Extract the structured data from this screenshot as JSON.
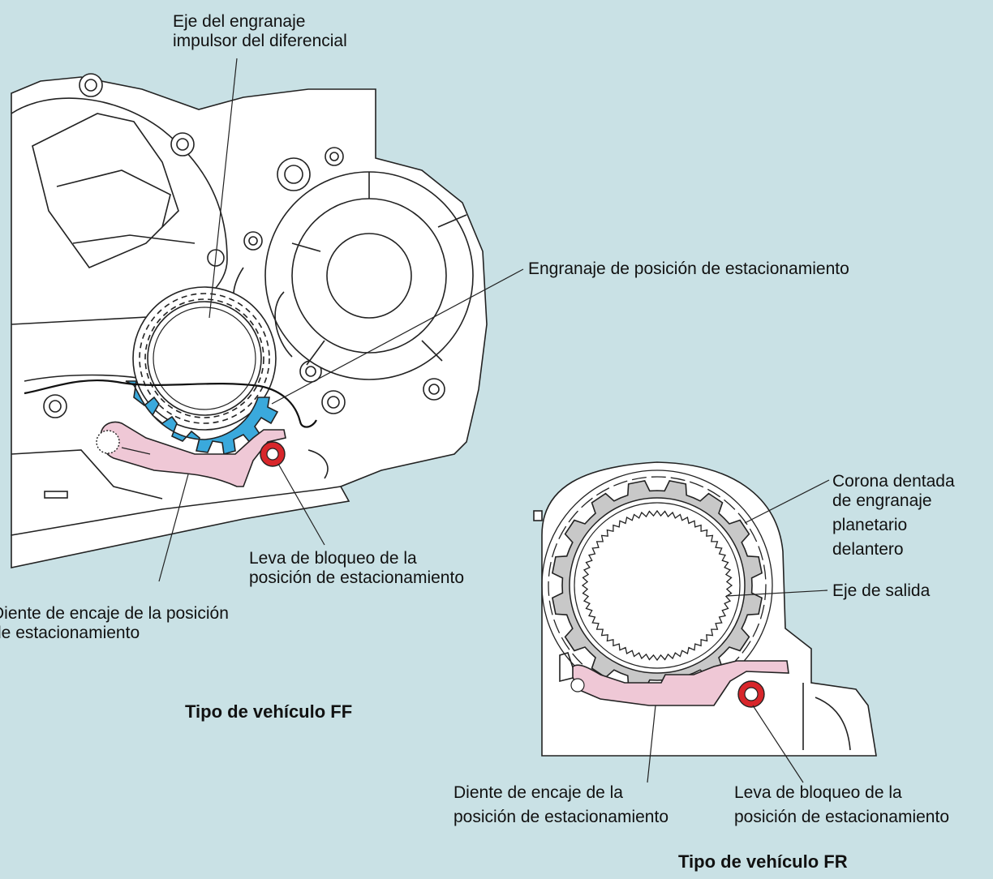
{
  "ff": {
    "shaft_label": [
      "Eje del engranaje",
      "impulsor del diferencial"
    ],
    "gear_label": "Engranaje de posición de estacionamiento",
    "cam_label": [
      "Leva de bloqueo de la",
      "posición de estacionamiento"
    ],
    "pawl_label": [
      "Diente de encaje de la posición",
      "de estacionamiento"
    ],
    "caption": "Tipo de vehículo FF"
  },
  "fr": {
    "ring_gear_label": [
      "Corona dentada",
      "de engranaje",
      "planetario",
      "delantero"
    ],
    "output_shaft_label": "Eje de salida",
    "pawl_label": [
      "Diente de encaje de la",
      "posición de estacionamiento"
    ],
    "cam_label": [
      "Leva de bloqueo de la",
      "posición de estacionamiento"
    ],
    "caption": "Tipo de vehículo FR"
  },
  "colors": {
    "background": "#c9e1e5",
    "parking_gear": "#3aa9dc",
    "pawl": "#efc8d6",
    "cam": "#d8262b",
    "housing": "#ffffff",
    "fr_ring_gear": "#c8c8c8"
  }
}
